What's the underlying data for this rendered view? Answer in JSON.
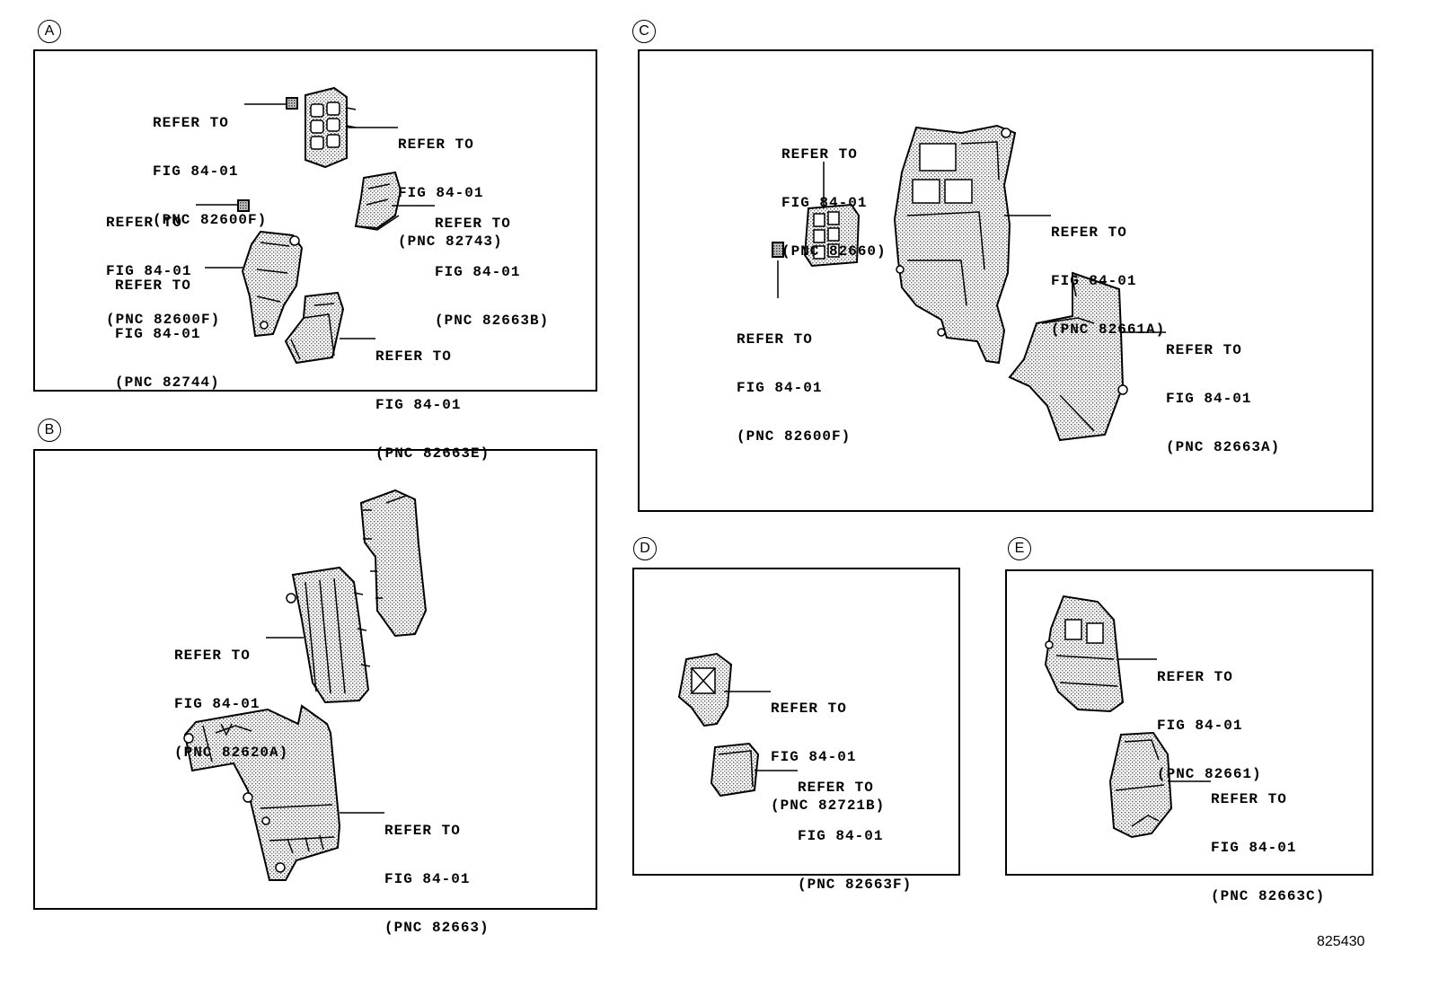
{
  "section_labels": {
    "a": "A",
    "b": "B",
    "c": "C",
    "d": "D",
    "e": "E"
  },
  "figure_code": "825430",
  "callouts": {
    "a1": {
      "line1": "REFER TO",
      "line2": "FIG 84-01",
      "line3": "(PNC 82600F)"
    },
    "a2": {
      "line1": "REFER TO",
      "line2": "FIG 84-01",
      "line3": "(PNC 82743)"
    },
    "a3": {
      "line1": "REFER TO",
      "line2": "FIG 84-01",
      "line3": "(PNC 82600F)"
    },
    "a4": {
      "line1": "REFER TO",
      "line2": "FIG 84-01",
      "line3": "(PNC 82663B)"
    },
    "a5": {
      "line1": "REFER TO",
      "line2": "FIG 84-01",
      "line3": "(PNC 82744)"
    },
    "a6": {
      "line1": "REFER TO",
      "line2": "FIG 84-01",
      "line3": "(PNC 82663E)"
    },
    "b1": {
      "line1": "REFER TO",
      "line2": "FIG 84-01",
      "line3": "(PNC 82620A)"
    },
    "b2": {
      "line1": "REFER TO",
      "line2": "FIG 84-01",
      "line3": "(PNC 82663)"
    },
    "c1": {
      "line1": "REFER TO",
      "line2": "FIG 84-01",
      "line3": "(PNC 82660)"
    },
    "c2": {
      "line1": "REFER TO",
      "line2": "FIG 84-01",
      "line3": "(PNC 82600F)"
    },
    "c3": {
      "line1": "REFER TO",
      "line2": "FIG 84-01",
      "line3": "(PNC 82661A)"
    },
    "c4": {
      "line1": "REFER TO",
      "line2": "FIG 84-01",
      "line3": "(PNC 82663A)"
    },
    "d1": {
      "line1": "REFER TO",
      "line2": "FIG 84-01",
      "line3": "(PNC 82721B)"
    },
    "d2": {
      "line1": "REFER TO",
      "line2": "FIG 84-01",
      "line3": "(PNC 82663F)"
    },
    "e1": {
      "line1": "REFER TO",
      "line2": "FIG 84-01",
      "line3": "(PNC 82661)"
    },
    "e2": {
      "line1": "REFER TO",
      "line2": "FIG 84-01",
      "line3": "(PNC 82663C)"
    }
  }
}
